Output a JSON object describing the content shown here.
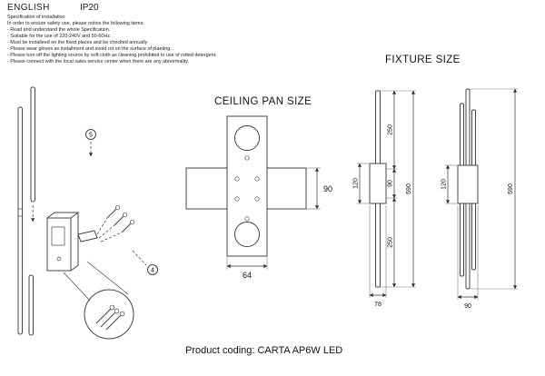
{
  "header": {
    "language": "ENGLISH",
    "ip_rating": "IP20"
  },
  "spec": {
    "title": "Specification of installation",
    "intro": "In order to ensure safety use, please notice the following items:",
    "items": [
      "- Read and understand the whole Specification.",
      "- Suitable for the use of 220-240V and 50-60Hz.",
      "- Must be installeed on the fixed places and be checked annually",
      "- Please wear gloves as installment and avoid rot on the surface of plaeting.",
      "- Please turn off the lighting source by soft cloth as cleaning prohibited to use of rotted detergent.",
      "- Please connect with the local sales service center when there are any abnormality."
    ]
  },
  "installation": {
    "callout_5": "5",
    "callout_4": "4"
  },
  "ceiling_pan": {
    "title": "CEILING PAN SIZE",
    "dim_plate_height": "90",
    "dim_plate_width": "64"
  },
  "fixture": {
    "title": "FIXTURE SIZE",
    "side_view": {
      "dim_top_tube": "250",
      "dim_plate_height": "120",
      "dim_center": "90",
      "dim_total_height": "590",
      "dim_bottom_tube": "250",
      "dim_depth": "78"
    },
    "front_view": {
      "dim_plate_height": "120",
      "dim_total_height": "590",
      "dim_width": "90"
    }
  },
  "footer": {
    "product_coding": "Product coding: CARTA AP6W LED"
  }
}
